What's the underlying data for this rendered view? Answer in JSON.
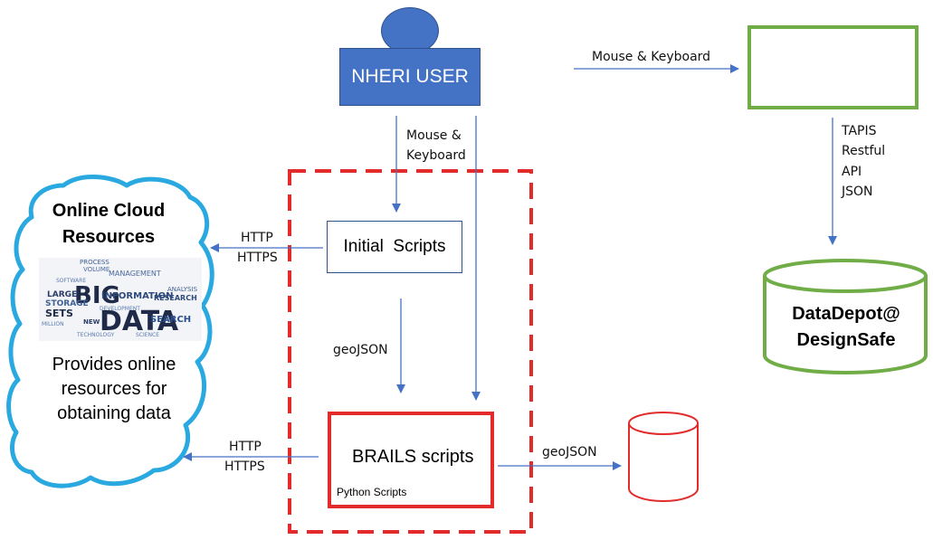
{
  "user": {
    "label": "NHERI USER"
  },
  "cloud": {
    "title": "Online Cloud Resources",
    "description": "Provides online resources for obtaining data",
    "wordcloud_words": [
      "BIG",
      "DATA",
      "INFORMATION",
      "STORAGE",
      "LARGE",
      "SETS",
      "MANAGEMENT",
      "ANALYSIS",
      "RESEARCH",
      "SEARCH",
      "SOFTWARE",
      "TECHNOLOGY",
      "DEVELOPMENT",
      "VOLUME",
      "PROCESS",
      "MILLION",
      "NEW",
      "SCIENCE"
    ]
  },
  "boxes": {
    "initial_scripts": "Initial  Scripts",
    "brails_title": "BRAILS scripts",
    "brails_subtitle": "Python Scripts",
    "datadepot": "DataDepot@ DesignSafe"
  },
  "labels": {
    "mouse_keyboard_right": "Mouse & Keyboard",
    "mouse_keyboard_down_line1": "Mouse &",
    "mouse_keyboard_down_line2": "Keyboard",
    "tapis_line1": "TAPIS",
    "tapis_line2": "Restful",
    "tapis_line3": "API",
    "tapis_line4": "JSON",
    "http_upper_line1": "HTTP",
    "http_upper_line2": "HTTPS",
    "http_lower_line1": "HTTP",
    "http_lower_line2": "HTTPS",
    "geojson_middle": "geoJSON",
    "geojson_right": "geoJSON"
  },
  "colors": {
    "user_blue": "#4472c4",
    "arrow_blue": "#4472c4",
    "cloud_outline": "#2aa9e0",
    "green": "#70ad47",
    "red": "#e32b2b"
  }
}
